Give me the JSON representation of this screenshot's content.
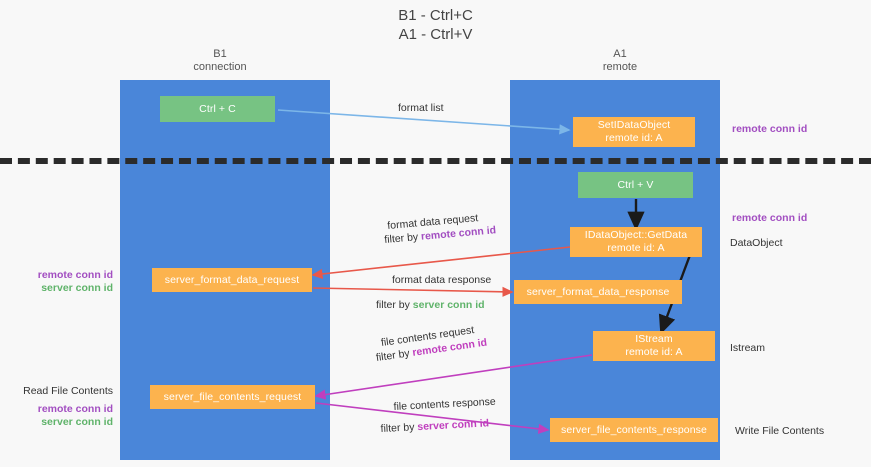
{
  "diagram": {
    "title": "B1 - Ctrl+C\nA1 - Ctrl+V",
    "columns": [
      {
        "id": "b1",
        "label": "B1\nconnection"
      },
      {
        "id": "a1",
        "label": "A1\nremote"
      }
    ],
    "colors": {
      "lane": "#4a86d9",
      "node_green": "#77c383",
      "node_orange": "#fcb34e",
      "accent_remote_conn_id": "#a24ec1",
      "accent_server_conn_id": "#5fb36a",
      "arrow_blue": "#7cb6e8",
      "arrow_red": "#e8584a",
      "arrow_magenta": "#c03fbe",
      "arrow_black": "#1a1a1a",
      "divider": "#2b2b2b"
    },
    "nodes": [
      {
        "id": "ctrl-c",
        "label": "Ctrl + C",
        "color": "green"
      },
      {
        "id": "set-idataobject",
        "label": "SetIDataObject\nremote id: A",
        "color": "orange"
      },
      {
        "id": "ctrl-v",
        "label": "Ctrl + V",
        "color": "green"
      },
      {
        "id": "idataobject-getdata",
        "label": "IDataObject::GetData\nremote id: A",
        "color": "orange"
      },
      {
        "id": "server-format-data-request",
        "label": "server_format_data_request",
        "color": "orange"
      },
      {
        "id": "server-format-data-response",
        "label": "server_format_data_response",
        "color": "orange"
      },
      {
        "id": "istream",
        "label": "IStream\nremote id: A",
        "color": "orange"
      },
      {
        "id": "server-file-contents-request",
        "label": "server_file_contents_request",
        "color": "orange"
      },
      {
        "id": "server-file-contents-response",
        "label": "server_file_contents_response",
        "color": "orange"
      }
    ],
    "edge_labels": {
      "format_list": "format list",
      "format_data_request": "format data request",
      "format_data_request_filter_prefix": "filter by ",
      "format_data_request_filter_key": "remote conn id",
      "format_data_response": "format data response",
      "format_data_response_filter_prefix": "filter by ",
      "format_data_response_filter_key": "server conn id",
      "file_contents_request": "file contents request",
      "file_contents_request_filter_prefix": "filter by ",
      "file_contents_request_filter_key": "remote conn id",
      "file_contents_response": "file contents response",
      "file_contents_response_filter_prefix": "filter by ",
      "file_contents_response_filter_key": "server conn id"
    },
    "right_labels": {
      "remote_conn_id_top": "remote conn id",
      "remote_conn_id_mid": "remote conn id",
      "data_object": "DataObject",
      "istream": "Istream",
      "write_file_contents": "Write File Contents"
    },
    "left_labels": {
      "remote_conn_id": "remote conn id",
      "server_conn_id": "server conn id",
      "read_file_contents": "Read File Contents",
      "remote_conn_id_2": "remote conn id",
      "server_conn_id_2": "server conn id"
    }
  }
}
